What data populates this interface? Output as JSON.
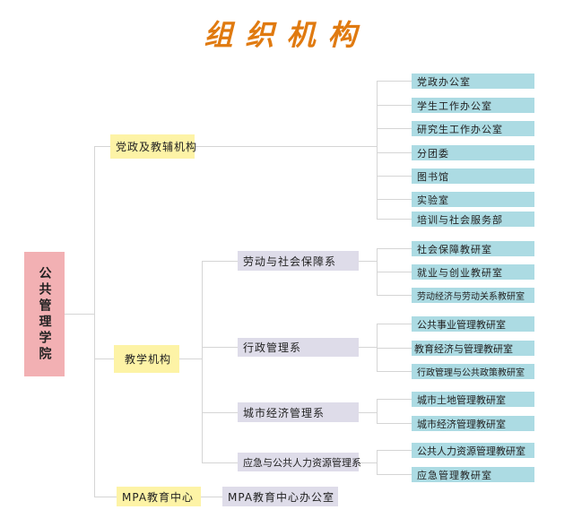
{
  "title": "组织机构",
  "root": "公共管理学院",
  "level1": [
    "党政及教辅机构",
    "教学机构",
    "MPA教育中心"
  ],
  "admin_units": [
    "党政办公室",
    "学生工作办公室",
    "研究生工作办公室",
    "分团委",
    "图书馆",
    "实验室",
    "培训与社会服务部"
  ],
  "departments": [
    {
      "name": "劳动与社会保障系",
      "units": [
        "社会保障教研室",
        "就业与创业教研室",
        "劳动经济与劳动关系教研室"
      ]
    },
    {
      "name": "行政管理系",
      "units": [
        "公共事业管理教研室",
        "教育经济与管理教研室",
        "行政管理与公共政策教研室"
      ]
    },
    {
      "name": "城市经济管理系",
      "units": [
        "城市土地管理教研室",
        "城市经济管理教研室"
      ]
    },
    {
      "name": "应急与公共人力资源管理系",
      "units": [
        "公共人力资源管理教研室",
        "应急管理教研室"
      ]
    }
  ],
  "mpa_office": "MPA教育中心办公室"
}
